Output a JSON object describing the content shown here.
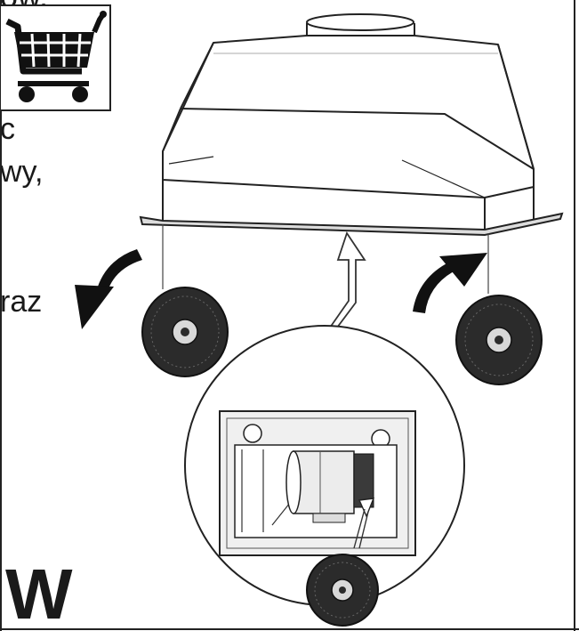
{
  "page_text": {
    "fragment_top": "ów,",
    "fragment_c": "c",
    "fragment_wy": "wy,",
    "fragment_raz": "raz",
    "section_letter": "W"
  },
  "icons": {
    "cart": "shopping-cart-icon",
    "filter": "charcoal-filter-icon",
    "arrow": "rotation-arrow-icon"
  },
  "colors": {
    "ink": "#1a1a1a",
    "filter_dark": "#2b2b2b",
    "background": "#ffffff"
  }
}
